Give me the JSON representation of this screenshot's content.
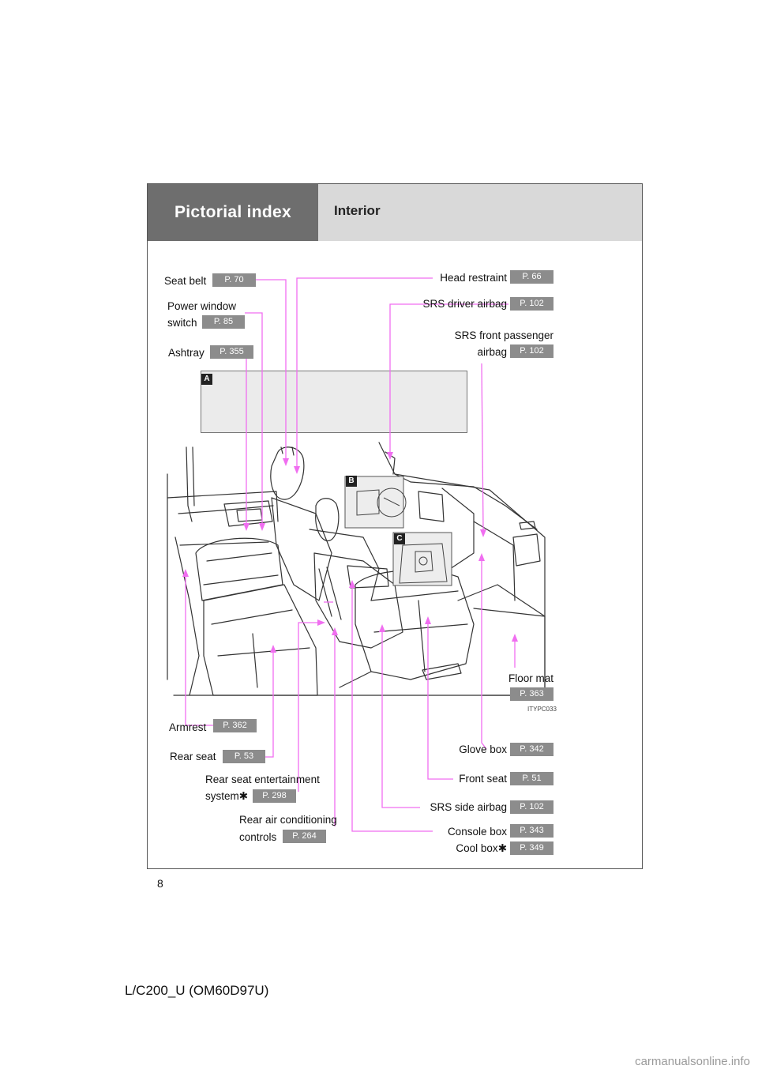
{
  "header": {
    "section": "Pictorial index",
    "subtitle": "Interior"
  },
  "labels": {
    "seat_belt": {
      "text": "Seat belt",
      "page": "P. 70"
    },
    "power_window_l1": "Power window",
    "power_window_l2": "switch",
    "power_window_page": "P. 85",
    "ashtray": {
      "text": "Ashtray",
      "page": "P. 355"
    },
    "head_restraint": {
      "text": "Head restraint",
      "page": "P. 66"
    },
    "srs_driver": {
      "text": "SRS driver airbag",
      "page": "P. 102"
    },
    "srs_passenger_l1": "SRS front passenger",
    "srs_passenger_l2": "airbag",
    "srs_passenger_page": "P. 102",
    "floor_mat": {
      "text": "Floor mat",
      "page": "P. 363"
    },
    "armrest": {
      "text": "Armrest",
      "page": "P. 362"
    },
    "rear_seat": {
      "text": "Rear seat",
      "page": "P. 53"
    },
    "rse_l1": "Rear seat entertainment",
    "rse_l2": "system",
    "rse_page": "P. 298",
    "rac_l1": "Rear air conditioning",
    "rac_l2": "controls",
    "rac_page": "P. 264",
    "glove_box": {
      "text": "Glove box",
      "page": "P. 342"
    },
    "front_seat": {
      "text": "Front seat",
      "page": "P. 51"
    },
    "srs_side": {
      "text": "SRS side airbag",
      "page": "P. 102"
    },
    "console_box": {
      "text": "Console box",
      "page": "P. 343"
    },
    "cool_box": {
      "text": "Cool box",
      "page": "P. 349"
    }
  },
  "markers": {
    "a": "A",
    "b": "B",
    "c": "C"
  },
  "asterisk": "✱",
  "image_code": "ITYPC033",
  "page_number": "8",
  "footer": "L/C200_U (OM60D97U)",
  "watermark": "carmanualsonline.info",
  "colors": {
    "leader": "#f06ef0",
    "header_dark": "#6e6e6e",
    "header_light": "#d9d9d9",
    "page_badge": "#8c8c8c"
  }
}
